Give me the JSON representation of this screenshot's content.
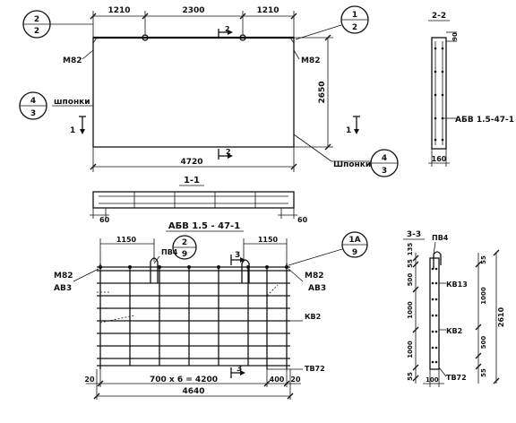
{
  "panel_top": {
    "dim_top": [
      "1210",
      "2300",
      "1210"
    ],
    "dim_bottom": "4720",
    "dim_right": "2650",
    "left_labels": [
      "М82",
      "шпонки"
    ],
    "right_labels": [
      "М82",
      "Шпонки"
    ],
    "callouts": [
      {
        "top": "2",
        "bottom": "2"
      },
      {
        "top": "1",
        "bottom": "2"
      },
      {
        "top": "4",
        "bottom": "3"
      },
      {
        "top": "4",
        "bottom": "3"
      }
    ],
    "section_marks": [
      "2",
      "2",
      "1",
      "1"
    ]
  },
  "section_2_2": {
    "title": "2-2",
    "dim_top": "90",
    "dim_bottom": "160",
    "label": "АБВ 1.5-47-1"
  },
  "section_1_1": {
    "title": "1-1",
    "dim_left": "60",
    "dim_right": "60"
  },
  "cage": {
    "title": "АБВ 1.5 - 47-1",
    "dim_top": [
      "1150",
      "1150"
    ],
    "left_labels": [
      "М82",
      "АВ3"
    ],
    "right_labels": [
      "М82",
      "АВ3"
    ],
    "labels": [
      "ПВ4",
      "КВ2",
      "ТВ72"
    ],
    "callouts": [
      {
        "top": "2",
        "bottom": "9"
      },
      {
        "top": "1А",
        "bottom": "9"
      }
    ],
    "section_marks": [
      "3",
      "3"
    ],
    "dim_bottom_chain": [
      "20",
      "700 х 6 = 4200",
      "400",
      "20"
    ],
    "dim_total": "4640"
  },
  "section_3_3": {
    "title": "3-3",
    "label_top": "ПВ4",
    "labels_right": [
      "КВ13",
      "КВ2",
      "ТВ72"
    ],
    "dims_left": [
      "135",
      "55",
      "500",
      "1000",
      "1000",
      "55"
    ],
    "dims_right": [
      "55",
      "1000",
      "500",
      "55"
    ],
    "dim_total": "2610",
    "dim_bottom": "100"
  }
}
